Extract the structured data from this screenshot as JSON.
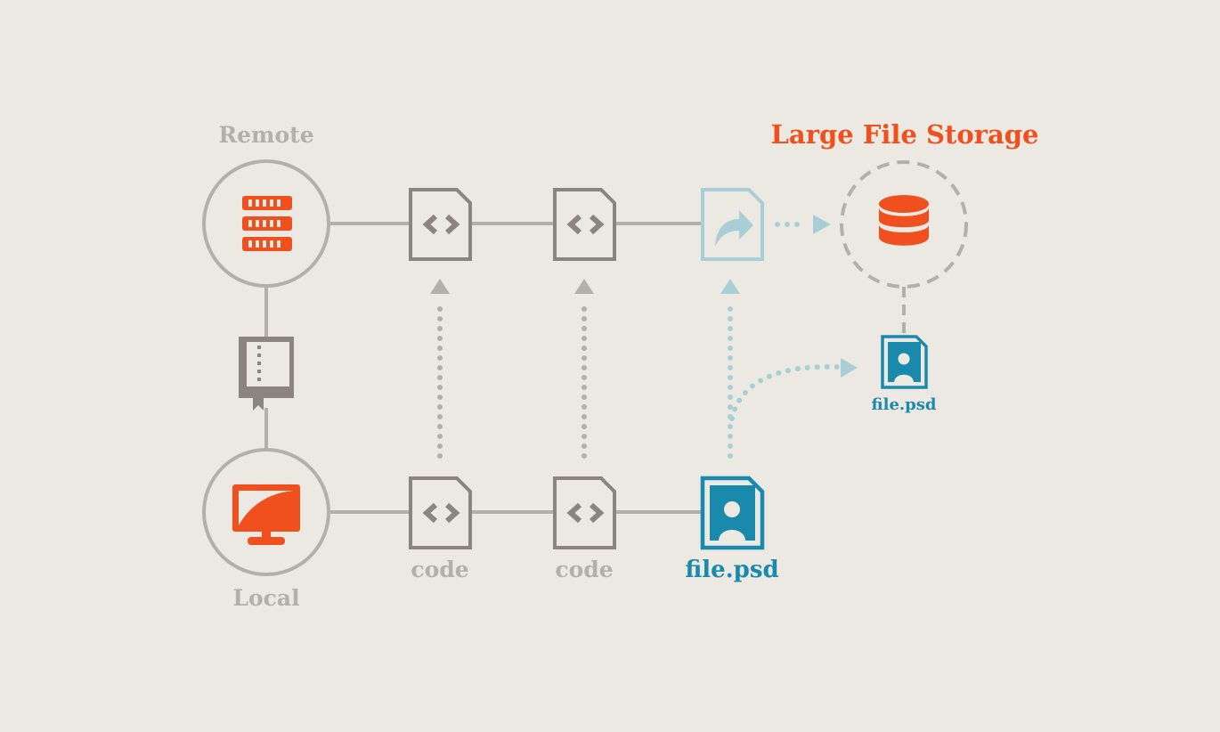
{
  "labels": {
    "remote": "Remote",
    "local": "Local",
    "large_file_storage": "Large File Storage",
    "commit_1": "code",
    "commit_2": "code",
    "commit_3": "file.psd",
    "stored_file": "file.psd"
  },
  "colors": {
    "background": "#ebe9e2",
    "line_gray": "#b3b0aa",
    "file_gray": "#8b847f",
    "accent_orange": "#f0501e",
    "psd_blue": "#1a8aac",
    "pointer_light_blue": "#a9cfd6"
  },
  "icons": {
    "remote": "server-icon",
    "local": "monitor-icon",
    "repository": "repository-book-icon",
    "storage": "database-icon",
    "code_file": "code-file-icon",
    "image_file": "image-file-icon",
    "pointer_file": "pointer-file-icon"
  }
}
